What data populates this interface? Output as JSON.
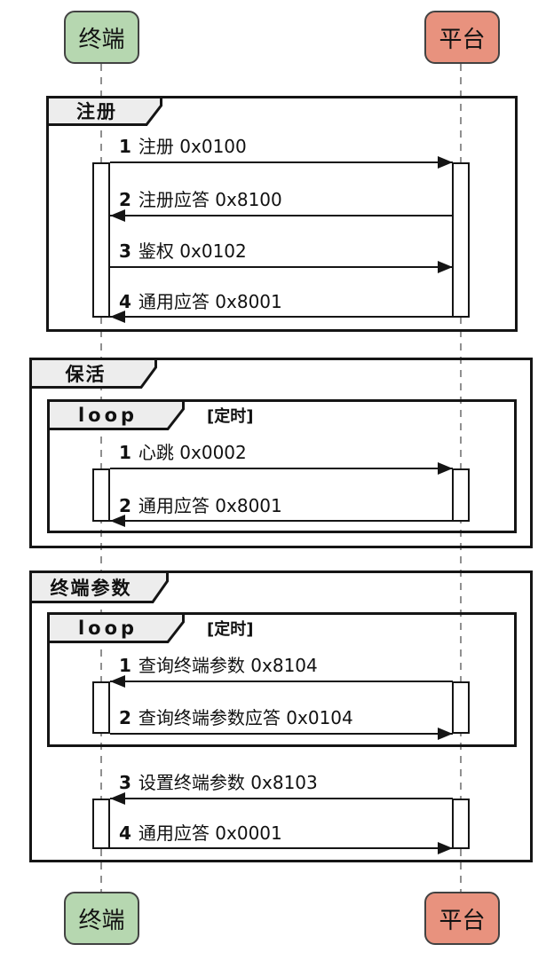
{
  "colors": {
    "terminal-fill": "#b6d7b0",
    "platform-fill": "#e8927e",
    "tab-fill": "#ededed",
    "frame-border": "#151515",
    "lifeline": "#909090"
  },
  "participants": {
    "terminal": "终端",
    "platform": "平台"
  },
  "frames": [
    {
      "title": "注册",
      "messages": [
        {
          "seq": "1",
          "text": "注册 0x0100",
          "direction": "terminal-to-platform"
        },
        {
          "seq": "2",
          "text": "注册应答 0x8100",
          "direction": "platform-to-terminal"
        },
        {
          "seq": "3",
          "text": "鉴权 0x0102",
          "direction": "terminal-to-platform"
        },
        {
          "seq": "4",
          "text": "通用应答 0x8001",
          "direction": "platform-to-terminal"
        }
      ]
    },
    {
      "title": "保活",
      "loop": {
        "operator": "loop",
        "guard": "[定时]",
        "messages": [
          {
            "seq": "1",
            "text": "心跳 0x0002",
            "direction": "terminal-to-platform"
          },
          {
            "seq": "2",
            "text": "通用应答 0x8001",
            "direction": "platform-to-terminal"
          }
        ]
      }
    },
    {
      "title": "终端参数",
      "loop": {
        "operator": "loop",
        "guard": "[定时]",
        "messages": [
          {
            "seq": "1",
            "text": "查询终端参数 0x8104",
            "direction": "platform-to-terminal"
          },
          {
            "seq": "2",
            "text": "查询终端参数应答 0x0104",
            "direction": "terminal-to-platform"
          }
        ]
      },
      "messages": [
        {
          "seq": "3",
          "text": "设置终端参数 0x8103",
          "direction": "platform-to-terminal"
        },
        {
          "seq": "4",
          "text": "通用应答 0x0001",
          "direction": "terminal-to-platform"
        }
      ]
    }
  ]
}
